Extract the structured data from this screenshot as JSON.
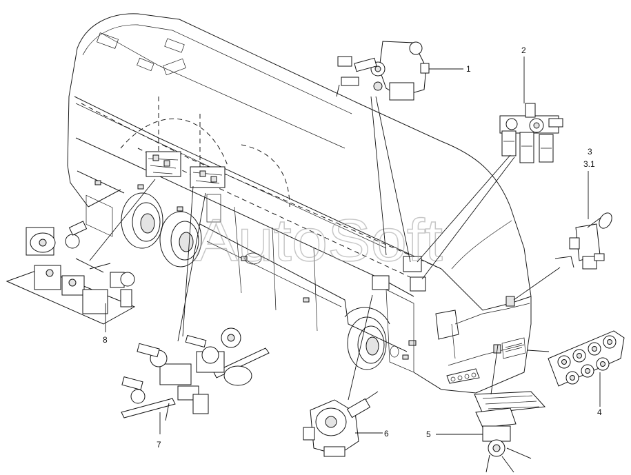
{
  "watermark": "AutoSoft",
  "callouts": [
    {
      "id": "1",
      "text": "1"
    },
    {
      "id": "2",
      "text": "2"
    },
    {
      "id": "3",
      "text": "3"
    },
    {
      "id": "3.1",
      "text": "3.1"
    },
    {
      "id": "4",
      "text": "4"
    },
    {
      "id": "5",
      "text": "5"
    },
    {
      "id": "6",
      "text": "6"
    },
    {
      "id": "7",
      "text": "7"
    },
    {
      "id": "8",
      "text": "8"
    }
  ]
}
